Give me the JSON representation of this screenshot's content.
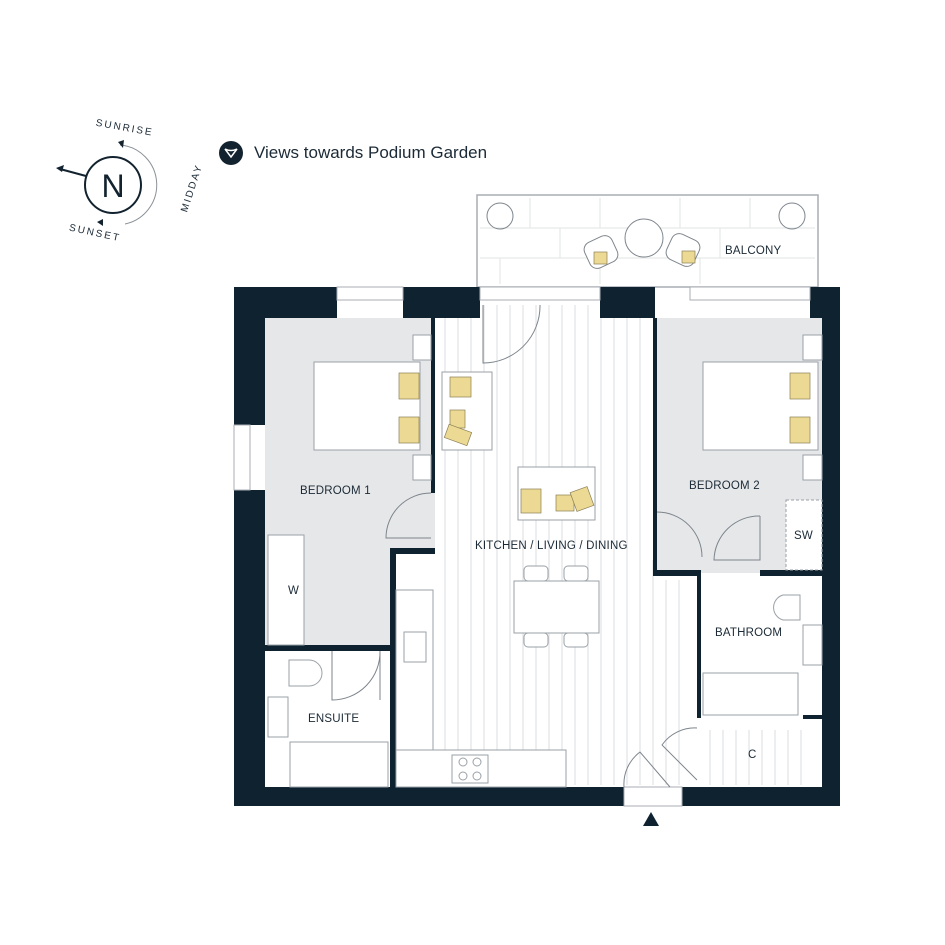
{
  "legend": {
    "icon": "view-direction-icon",
    "text": "Views towards Podium Garden"
  },
  "compass": {
    "north": "N",
    "sunrise": "SUNRISE",
    "midday": "MIDDAY",
    "sunset": "SUNSET"
  },
  "rooms": {
    "balcony": "BALCONY",
    "bedroom1": "BEDROOM 1",
    "bedroom2": "BEDROOM 2",
    "kitchen": "KITCHEN / LIVING / DINING",
    "bathroom": "BATHROOM",
    "ensuite": "ENSUITE",
    "wardrobe": "W",
    "storage_wardrobe": "SW",
    "cupboard": "C"
  },
  "colors": {
    "wall": "#0f2230",
    "room_grey": "#e6e7e9",
    "cushion": "#ecd994",
    "line": "#a9aeb3"
  }
}
